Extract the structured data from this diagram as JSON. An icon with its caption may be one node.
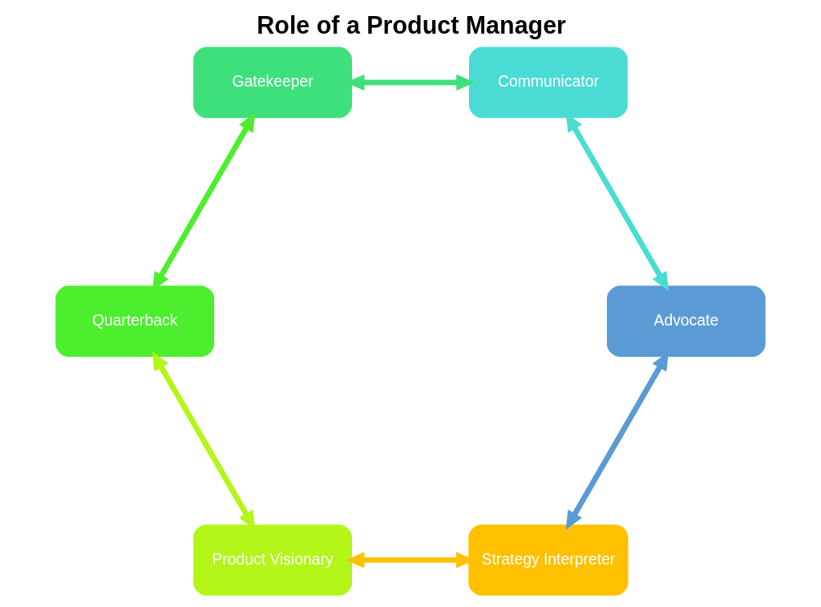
{
  "diagram": {
    "title": "Role of a Product Manager",
    "nodes": [
      {
        "text": [
          "Strategy Interpreter"
        ]
      },
      {
        "text": [
          "Product Visionary"
        ]
      },
      {
        "text": [
          "Quarterback"
        ]
      },
      {
        "text": [
          "Gatekeeper"
        ]
      },
      {
        "text": [
          "Communicator"
        ]
      },
      {
        "text": [
          "Advocate"
        ]
      }
    ],
    "edges": [
      {
        "from": 0,
        "to": 1,
        "arrow": "both",
        "color": "#ffc000"
      },
      {
        "from": 1,
        "to": 2,
        "arrow": "both",
        "color": "#b4f51a"
      },
      {
        "from": 2,
        "to": 3,
        "arrow": "both",
        "color": "#4cee2e"
      },
      {
        "from": 3,
        "to": 4,
        "arrow": "both",
        "color": "#3ee07c"
      },
      {
        "from": 4,
        "to": 5,
        "arrow": "both",
        "color": "#4adcd4"
      },
      {
        "from": 5,
        "to": 0,
        "arrow": "both",
        "color": "#5b9bd5"
      }
    ]
  }
}
